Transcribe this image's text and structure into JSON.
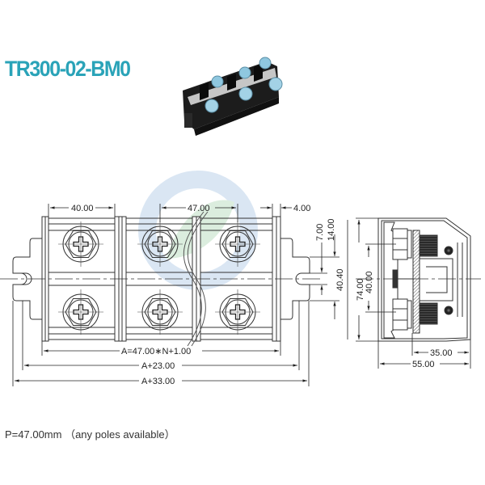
{
  "product": {
    "model": "TR300-02-BM0",
    "title_color": "#2aa3b8"
  },
  "photo": {
    "description": "black 3-pole terminal block with blue-tinted hex screws",
    "poles": 3
  },
  "watermark": {
    "description": "faded blue circular logo with green leaf",
    "colors": [
      "#cfe0f0",
      "#cfe8d4"
    ]
  },
  "front_view": {
    "dimensions": {
      "pole_width": "40.00",
      "pitch": "47.00",
      "barrier": "4.00",
      "length_formula": "A=47.00∗N+1.00",
      "length_plus_23": "A+23.00",
      "length_plus_33": "A+33.00"
    },
    "right_dims": {
      "d1": "7.00",
      "d2": "14.00",
      "d3": "40.40"
    }
  },
  "side_view": {
    "dimensions": {
      "height": "74.00",
      "screw_spacing": "40.00",
      "depth_inner": "35.00",
      "depth_total": "55.00"
    }
  },
  "footnote": {
    "text": "P=47.00mm （any poles available）"
  }
}
